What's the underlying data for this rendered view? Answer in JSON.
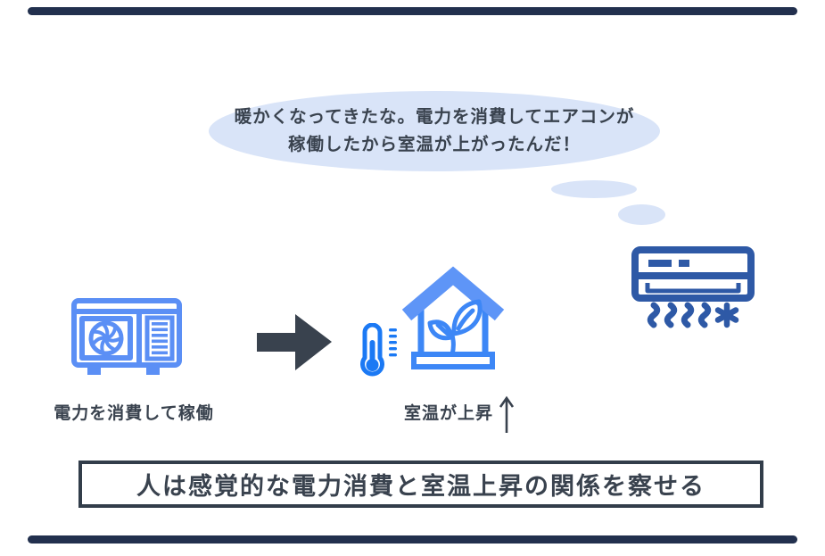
{
  "thought": {
    "line1": "暖かくなってきたな。電力を消費してエアコンが",
    "line2": "稼働したから室温が上がったんだ！",
    "bubble_fill": "#d9e4f8",
    "text_color": "#39424e"
  },
  "diagram": {
    "left_caption": "電力を消費して稼働",
    "right_caption": "室温が上昇",
    "conclusion": "人は感覚的な電力消費と室温上昇の関係を察せる"
  },
  "icons": {
    "outdoor_unit": "outdoor-ac-unit-icon",
    "flow_arrow": "right-arrow-icon",
    "thermometer": "thermometer-icon",
    "house_plant": "house-with-plant-icon",
    "indoor_unit": "indoor-ac-unit-icon",
    "heat_waves": "heat-waves-icon",
    "snowflake": "snowflake-asterisk-icon",
    "rise_arrow": "up-arrow-icon"
  },
  "colors": {
    "outdoor_unit_blue": "#5b8ff5",
    "house_blue": "#3d87f6",
    "roof_blue": "#5e95f7",
    "thermometer_blue": "#1b79f4",
    "indoor_unit_navy": "#2e59a6",
    "dark_slate": "#39424e",
    "bubble_blue": "#d9e4f8",
    "frame_navy": "#22304e",
    "box_border": "#323d4a"
  }
}
